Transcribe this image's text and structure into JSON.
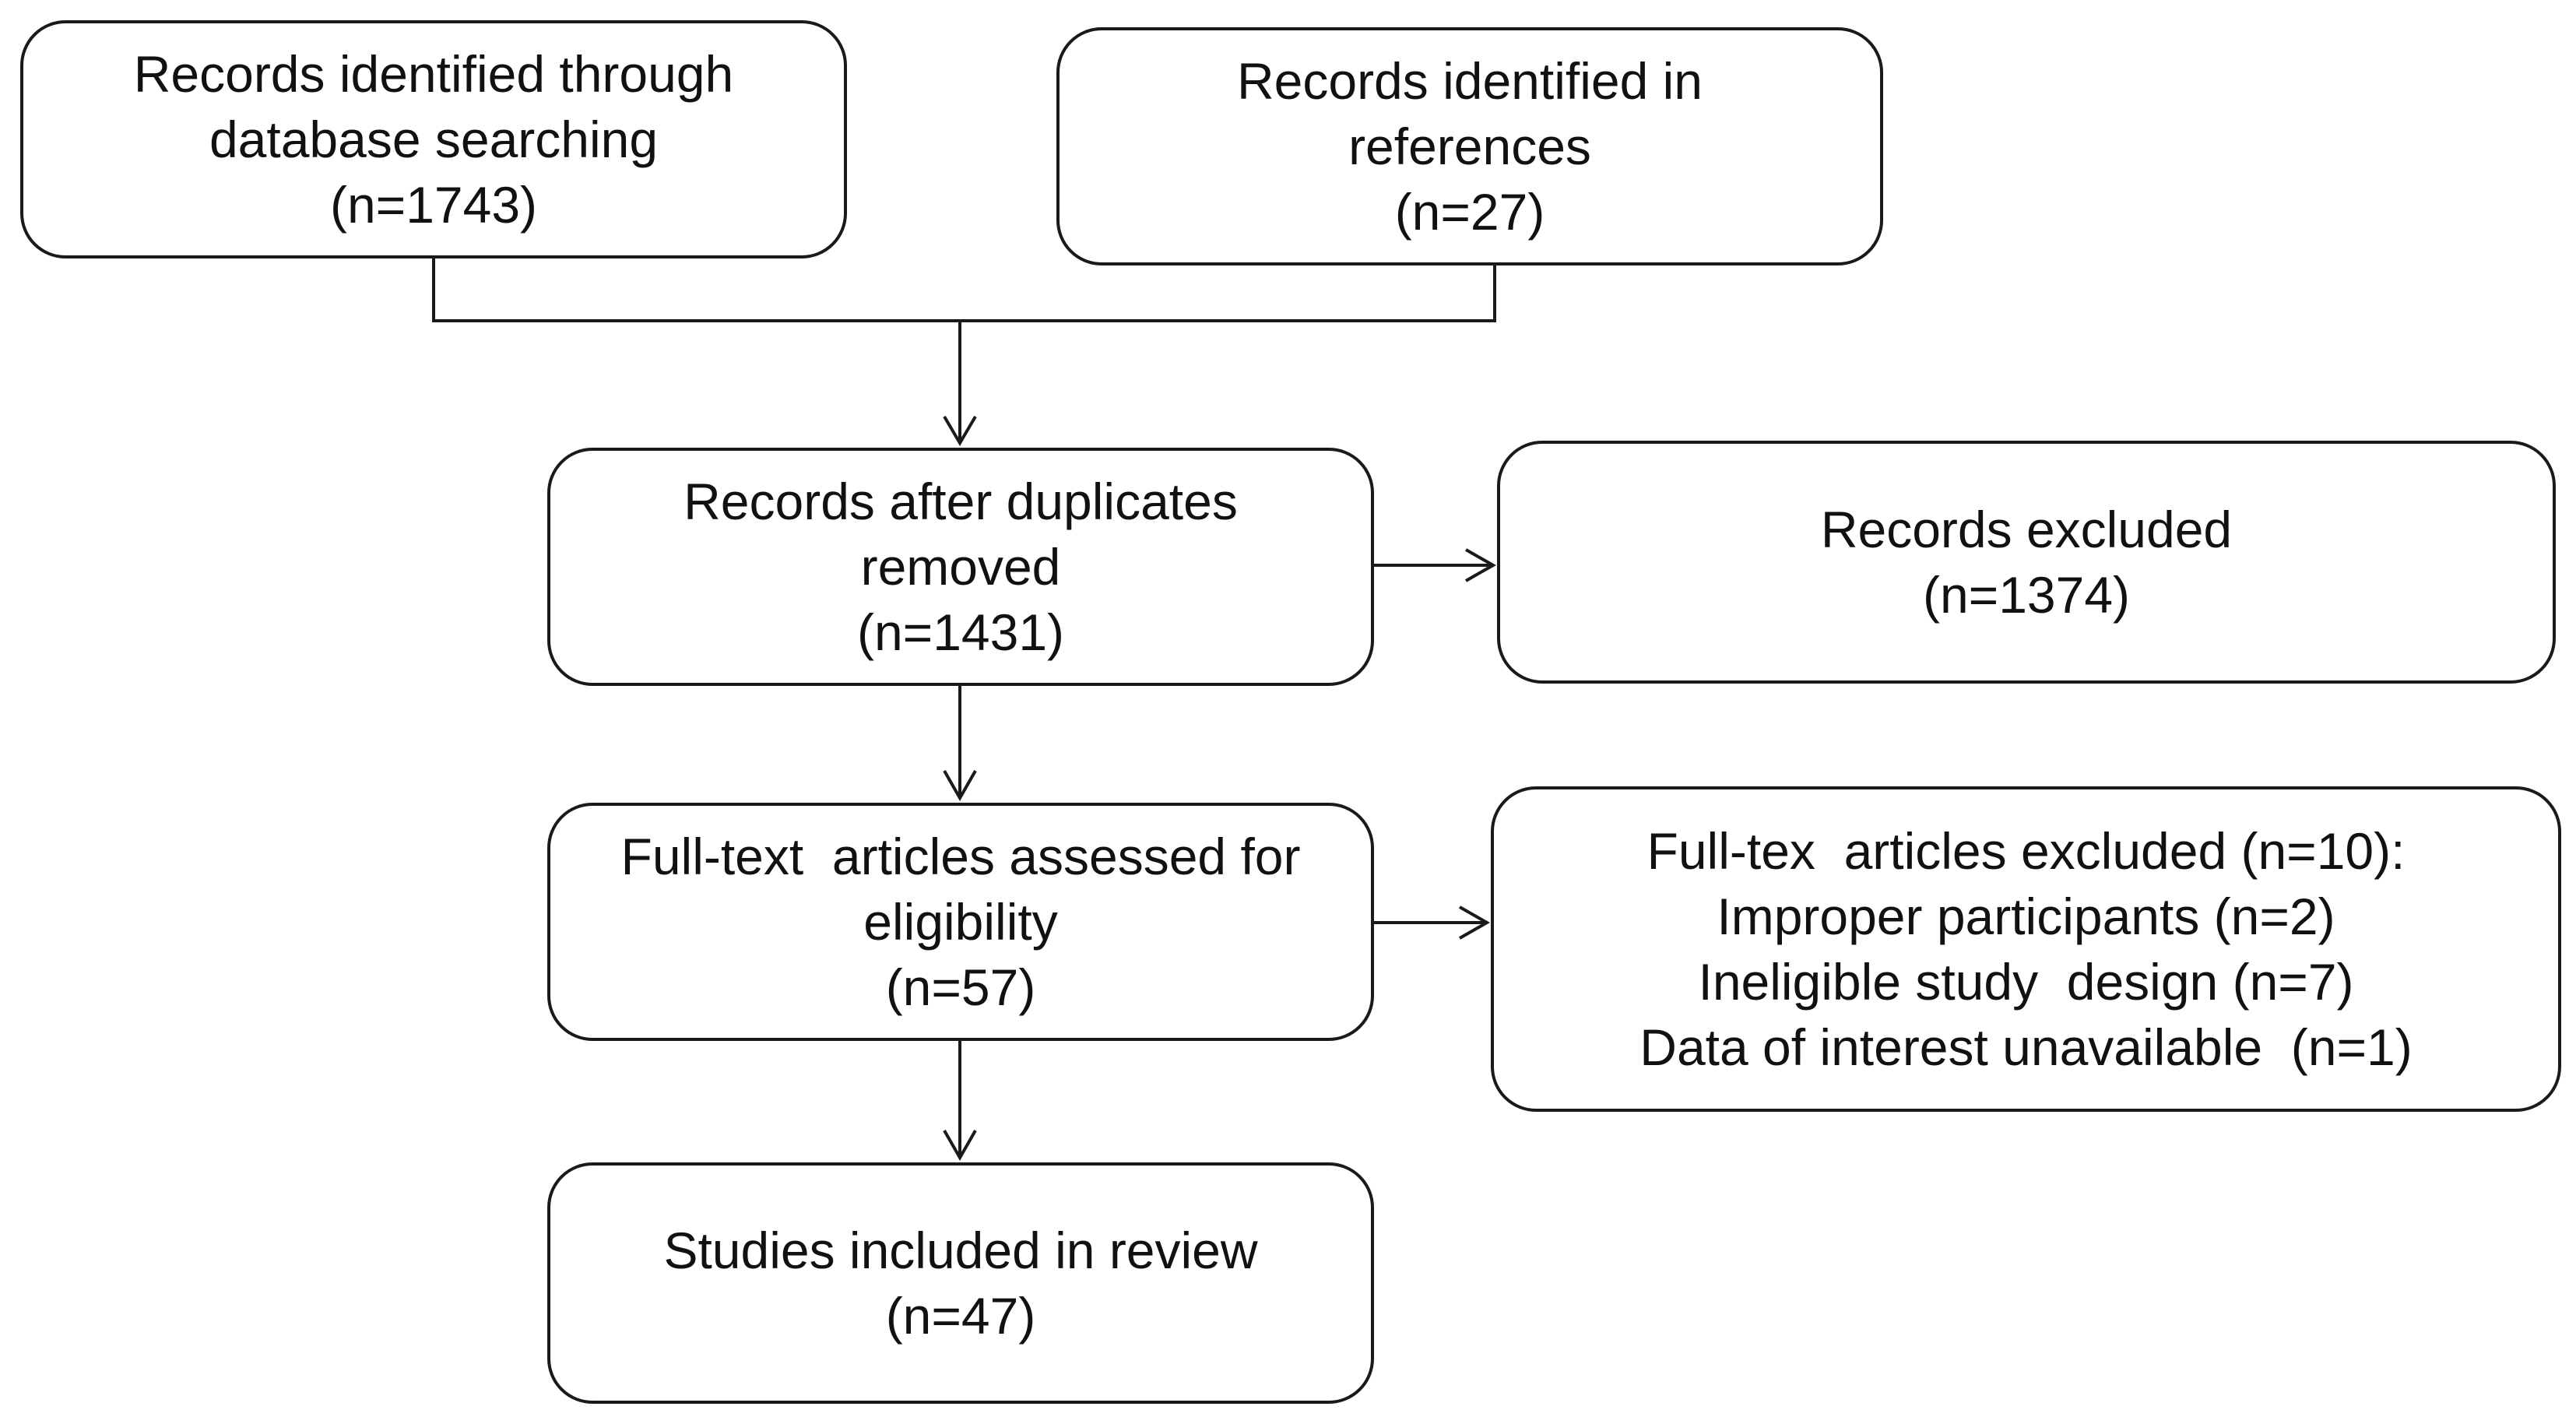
{
  "flow": {
    "identification_database": {
      "line1": "Records identified through",
      "line2": "database searching",
      "count": "(n=1743)"
    },
    "identification_references": {
      "line1": "Records identified in",
      "line2": "references",
      "count": "(n=27)"
    },
    "after_duplicates": {
      "line1": "Records after duplicates",
      "line2": "removed",
      "count": "(n=1431)"
    },
    "records_excluded": {
      "line1": "Records excluded",
      "count": "(n=1374)"
    },
    "fulltext_assessed": {
      "line1": "Full-text  articles assessed for",
      "line2": "eligibility",
      "count": "(n=57)"
    },
    "fulltext_excluded": {
      "line1": "Full-tex  articles excluded (n=10):",
      "reasons": [
        "Improper participants (n=2)",
        "Ineligible study  design (n=7)",
        "Data of interest unavailable  (n=1)"
      ]
    },
    "included": {
      "line1": "Studies included in review",
      "count": "(n=47)"
    }
  },
  "colors": {
    "stroke": "#1a1a1a",
    "background": "#ffffff",
    "text": "#111111"
  }
}
